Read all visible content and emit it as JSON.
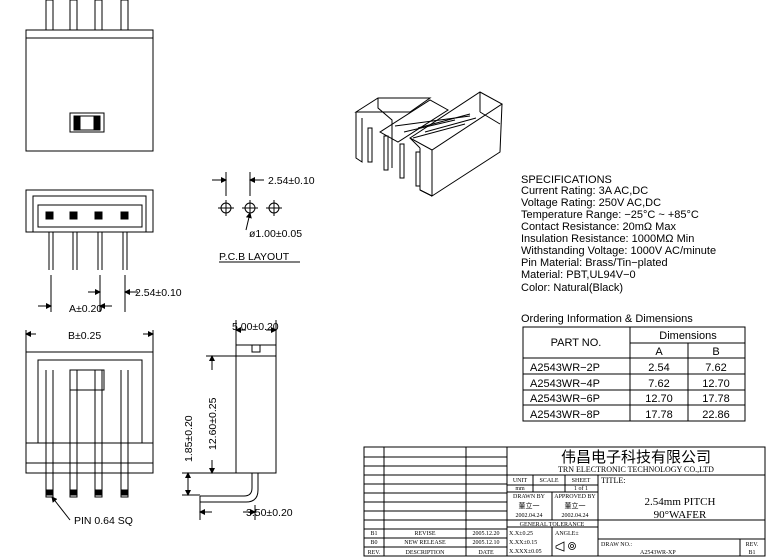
{
  "dims": {
    "pitch": "2.54±0.10",
    "hole": "ø1.00±0.05",
    "pcb_layout": "P.C.B LAYOUT",
    "a": "A±0.20",
    "pitch2": "2.54±0.10",
    "b": "B±0.25",
    "width": "5.00±0.20",
    "h1": "1.85±0.20",
    "h2": "12.60±0.25",
    "tail": "3.50±0.20",
    "pin": "PIN 0.64 SQ"
  },
  "specs": {
    "title": "SPECIFICATIONS",
    "lines": [
      "Current Rating: 3A AC,DC",
      "Voltage Rating: 250V AC,DC",
      "Temperature Range: −25°C ~ +85°C",
      "Contact Resistance: 20mΩ Max",
      "Insulation Resistance: 1000MΩ Min",
      "Withstanding Voltage: 1000V AC/minute",
      "Pin Material: Brass/Tin−plated",
      "Material: PBT,UL94V−0",
      "Color: Natural(Black)"
    ]
  },
  "ordering": {
    "title": "Ordering Information & Dimensions",
    "col_part": "PART NO.",
    "col_dims": "Dimensions",
    "col_a": "A",
    "col_b": "B",
    "rows": [
      {
        "part": "A2543WR−2P",
        "a": "2.54",
        "b": "7.62"
      },
      {
        "part": "A2543WR−4P",
        "a": "7.62",
        "b": "12.70"
      },
      {
        "part": "A2543WR−6P",
        "a": "12.70",
        "b": "17.78"
      },
      {
        "part": "A2543WR−8P",
        "a": "17.78",
        "b": "22.86"
      }
    ]
  },
  "titleblock": {
    "company_cn": "伟昌电子科技有限公司",
    "company_en": "TRN ELECTRONIC TECHNOLOGY CO.,LTD",
    "unit": "UNIT",
    "unit_val": "mm",
    "scale": "SCALE",
    "sheet": "SHEET",
    "sheet_val": "1 of 1",
    "title_label": "TITLE:",
    "title_l1": "2.54mm PITCH",
    "title_l2": "90°WAFER",
    "drawn_by": "DRAWN BY",
    "approved_by": "APPROVED BY",
    "drawn_name": "董立一",
    "approved_name": "董立一",
    "drawn_date": "2002.04.24",
    "approved_date": "2002.04.24",
    "tolerance": "GENERAL TOLERANCE",
    "tol1": "X.X±0.25",
    "tol2": "X.XX±0.15",
    "tol3": "X.XXX±0.05",
    "angle": "ANGLE±",
    "rev_rows": [
      {
        "rev": "B1",
        "desc": "REVISE",
        "date": "2005.12.20"
      },
      {
        "rev": "B0",
        "desc": "NEW RELEASE",
        "date": "2005.12.10"
      }
    ],
    "hdr_rev": "REV.",
    "hdr_desc": "DESCRIPTION",
    "hdr_date": "DATE",
    "draw_no_label": "DRAW NO.:",
    "draw_no": "A2543WR-XP",
    "rev_label": "REV.",
    "rev_val": "B1"
  }
}
